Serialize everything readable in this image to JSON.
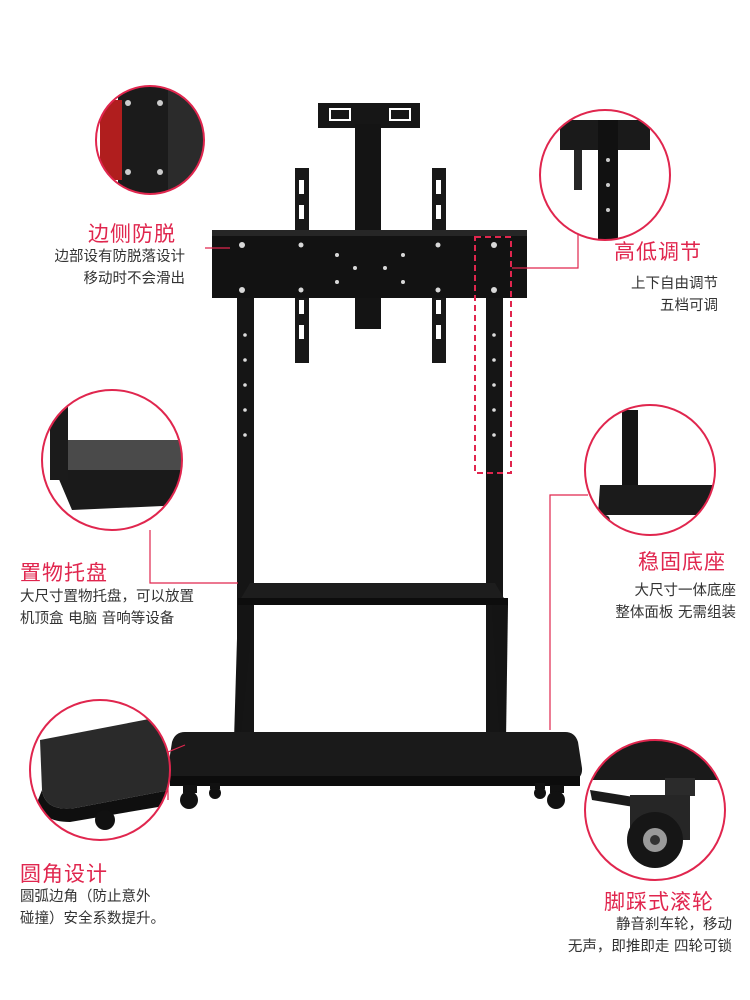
{
  "colors": {
    "accent": "#e0264e",
    "product": "#141414",
    "text": "#333333"
  },
  "features": {
    "side_lock": {
      "title": "边侧防脱",
      "lines": [
        "边部设有防脱落设计",
        "移动时不会滑出"
      ]
    },
    "height_adjust": {
      "title": "高低调节",
      "lines": [
        "上下自由调节",
        "五档可调"
      ]
    },
    "tray": {
      "title": "置物托盘",
      "lines": [
        "大尺寸置物托盘，可以放置",
        "机顶盒 电脑 音响等设备"
      ]
    },
    "base": {
      "title": "稳固底座",
      "lines": [
        "大尺寸一体底座",
        "整体面板 无需组装"
      ]
    },
    "corners": {
      "title": "圆角设计",
      "lines": [
        "圆弧边角（防止意外",
        "碰撞）安全系数提升。"
      ]
    },
    "casters": {
      "title": "脚踩式滚轮",
      "lines": [
        "静音刹车轮，移动",
        "无声，即推即走 四轮可锁"
      ]
    }
  }
}
